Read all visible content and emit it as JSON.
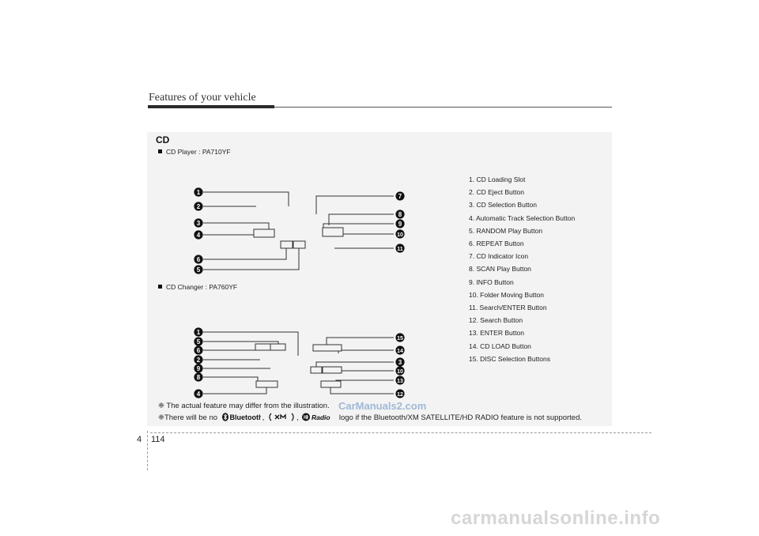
{
  "header": {
    "title": "Features of your vehicle"
  },
  "section": {
    "title": "CD",
    "cd_player_label": "CD Player : PA710YF",
    "cd_changer_label": "CD Changer : PA760YF"
  },
  "legend": [
    "1. CD Loading Slot",
    "2. CD Eject Button",
    "3. CD Selection Button",
    "4. Automatic Track Selection Button",
    "5. RANDOM Play Button",
    "6. REPEAT Button",
    "7. CD Indicator Icon",
    "8. SCAN Play Button",
    "9. INFO Button",
    "10. Folder Moving Button",
    "11. Search/ENTER Button",
    "12. Search Button",
    "13. ENTER Button",
    "14. CD LOAD Button",
    "15. DISC Selection Buttons"
  ],
  "callouts": {
    "player_left": [
      "1",
      "2",
      "3",
      "4",
      "6",
      "5"
    ],
    "player_right": [
      "7",
      "8",
      "9",
      "10",
      "11"
    ],
    "changer_left": [
      "1",
      "5",
      "6",
      "2",
      "9",
      "8",
      "4"
    ],
    "changer_right": [
      "15",
      "14",
      "3",
      "10",
      "13",
      "12"
    ]
  },
  "notes": {
    "note1": "❈ The actual feature may differ from the illustration.",
    "note2_before": "❈There will be no",
    "note2_sep1": ",",
    "note2_sep2": ",",
    "note2_after": "logo if the Bluetooth/XM SATELLITE/HD RADIO feature is not supported.",
    "logo_bluetooth": "Bluetooth",
    "logo_hd": "Radio"
  },
  "watermark": "CarManuals2.com",
  "footer": {
    "chapter": "4",
    "page": "114"
  },
  "site": "carmanualsonline.info"
}
